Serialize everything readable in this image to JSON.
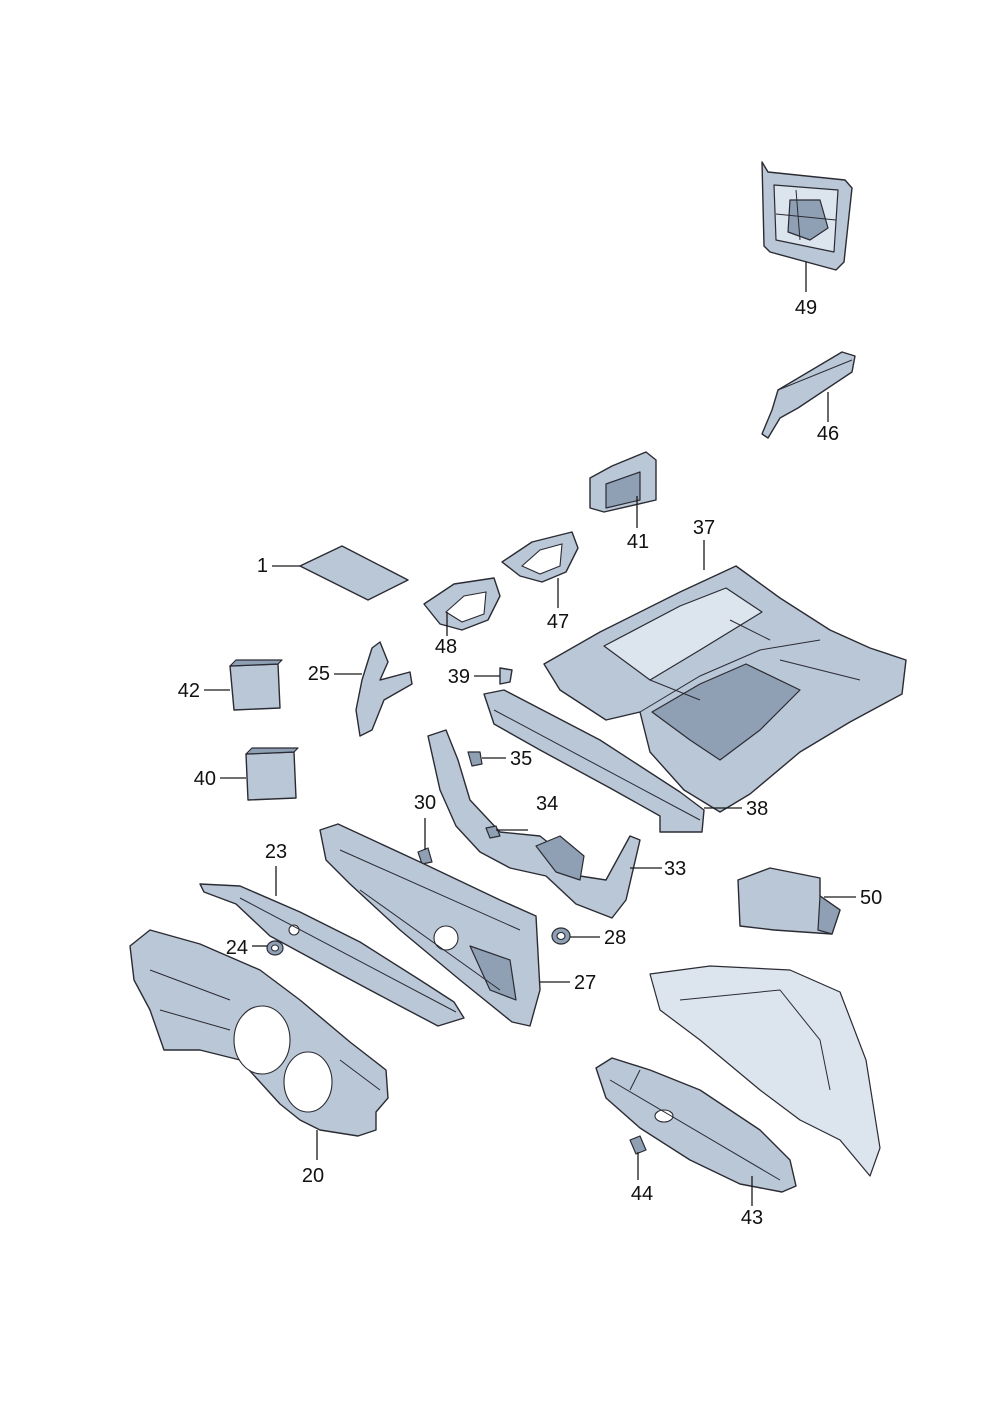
{
  "diagram": {
    "type": "exploded-parts-diagram",
    "colors": {
      "part_fill": "#b9c7d6",
      "part_shade": "#8fa0b4",
      "outline": "#2b2b33",
      "callout_text": "#111111"
    },
    "callouts": {
      "c1": "1",
      "c20": "20",
      "c23": "23",
      "c24": "24",
      "c25": "25",
      "c27": "27",
      "c28": "28",
      "c30": "30",
      "c33": "33",
      "c34": "34",
      "c35": "35",
      "c37": "37",
      "c38": "38",
      "c39": "39",
      "c40": "40",
      "c41": "41",
      "c42": "42",
      "c43": "43",
      "c44": "44",
      "c46": "46",
      "c47": "47",
      "c48": "48",
      "c49": "49",
      "c50": "50"
    }
  }
}
